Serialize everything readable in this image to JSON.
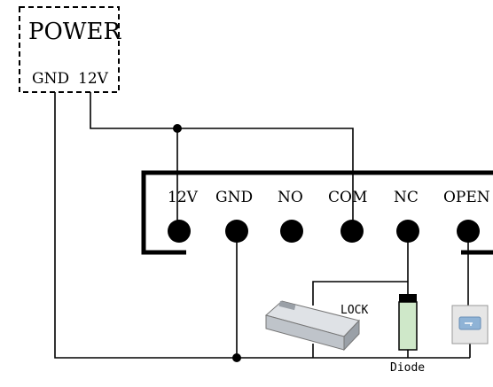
{
  "power": {
    "title": "POWER",
    "pins": [
      "GND",
      "12V"
    ]
  },
  "controller": {
    "terminals": [
      "12V",
      "GND",
      "NO",
      "COM",
      "NC",
      "OPEN"
    ]
  },
  "lock": {
    "label": "LOCK"
  },
  "diode": {
    "label": "Diode"
  },
  "colors": {
    "wire": "#000000",
    "power_box_border": "#000000",
    "diode_fill": "#cfe8c9",
    "lock_body": "#bfc4ca",
    "button_plate": "#e6e6e6",
    "button_face": "#8fb3d6"
  }
}
